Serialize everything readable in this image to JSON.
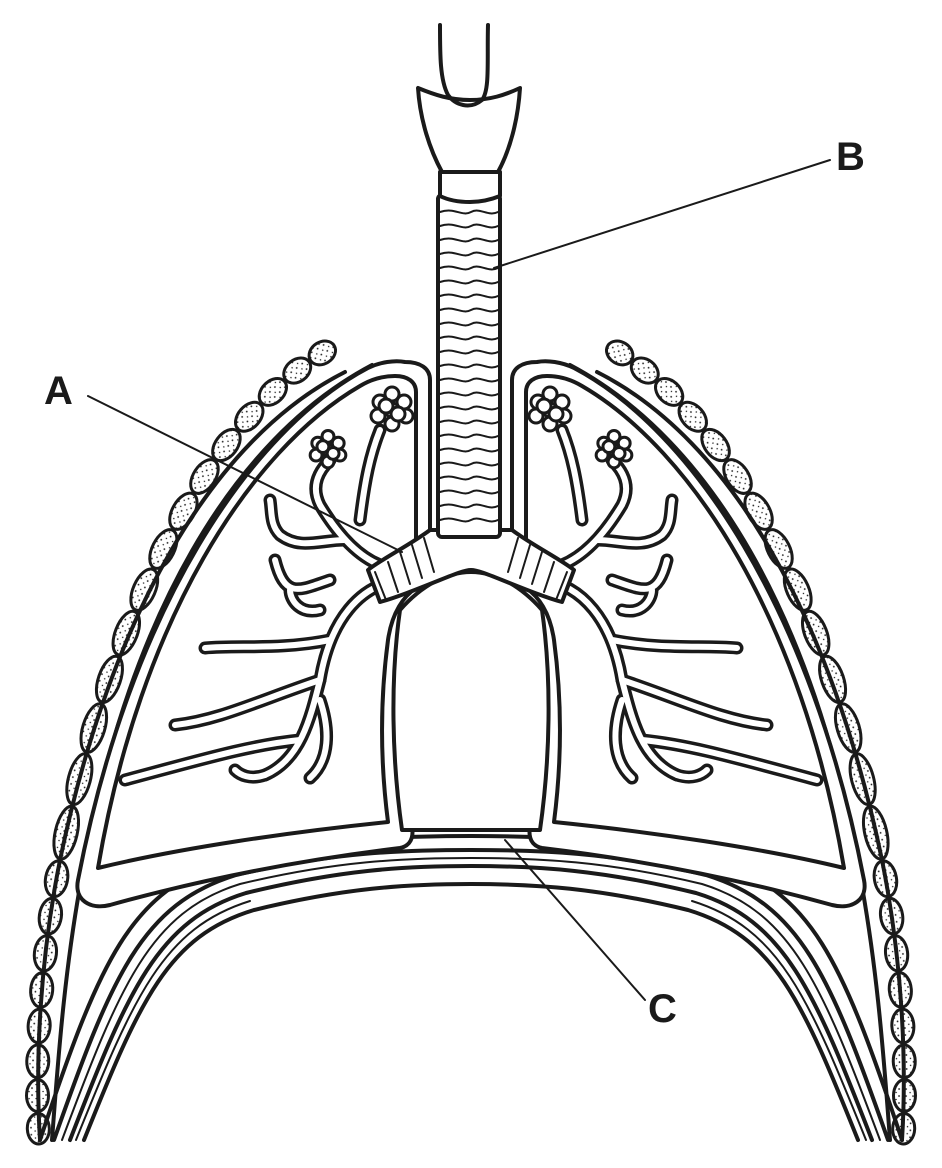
{
  "diagram": {
    "labels": [
      {
        "id": "A",
        "text": "A"
      },
      {
        "id": "B",
        "text": "B"
      },
      {
        "id": "C",
        "text": "C"
      }
    ],
    "colors": {
      "line": "#1a1a1a",
      "background": "#ffffff"
    }
  }
}
